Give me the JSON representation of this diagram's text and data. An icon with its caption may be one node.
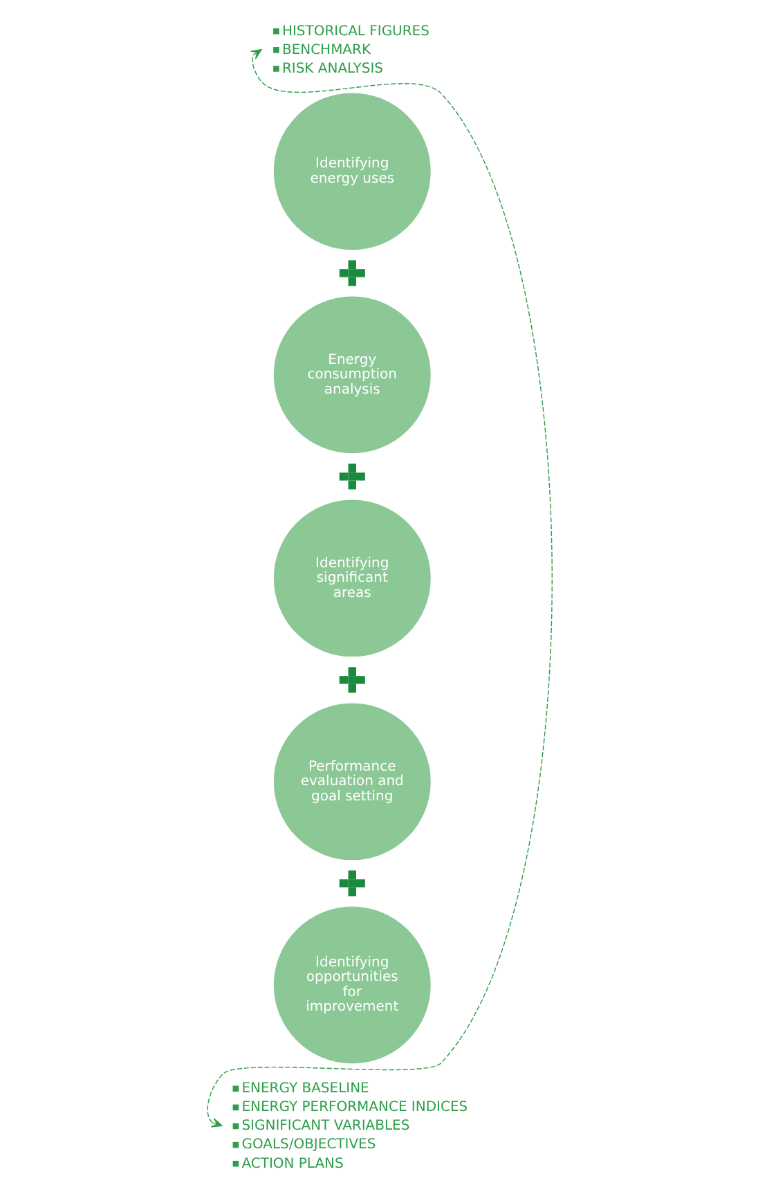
{
  "diagram": {
    "nodes": [
      {
        "text": [
          "HISTORICAL FIGURES",
          "BENCHMARK",
          "RISK ANALYSIS"
        ]
      },
      {
        "text": [
          "Identifying energy uses"
        ]
      },
      {
        "text": [
          "Energy consumption analysis"
        ]
      },
      {
        "text": [
          "Identifying significant areas"
        ]
      },
      {
        "text": [
          "Performance evaluation and goal setting"
        ]
      },
      {
        "text": [
          "Identifying opportunities for improvement"
        ]
      },
      {
        "text": [
          "ENERGY BASELINE",
          "ENERGY PERFORMANCE INDICES",
          "SIGNIFICANT VARIABLES",
          "GOALS/OBJECTIVES",
          "ACTION PLANS"
        ]
      }
    ],
    "edges": [
      {
        "from": 6,
        "to": 0,
        "arrow": "both",
        "style": "dashed"
      }
    ]
  }
}
